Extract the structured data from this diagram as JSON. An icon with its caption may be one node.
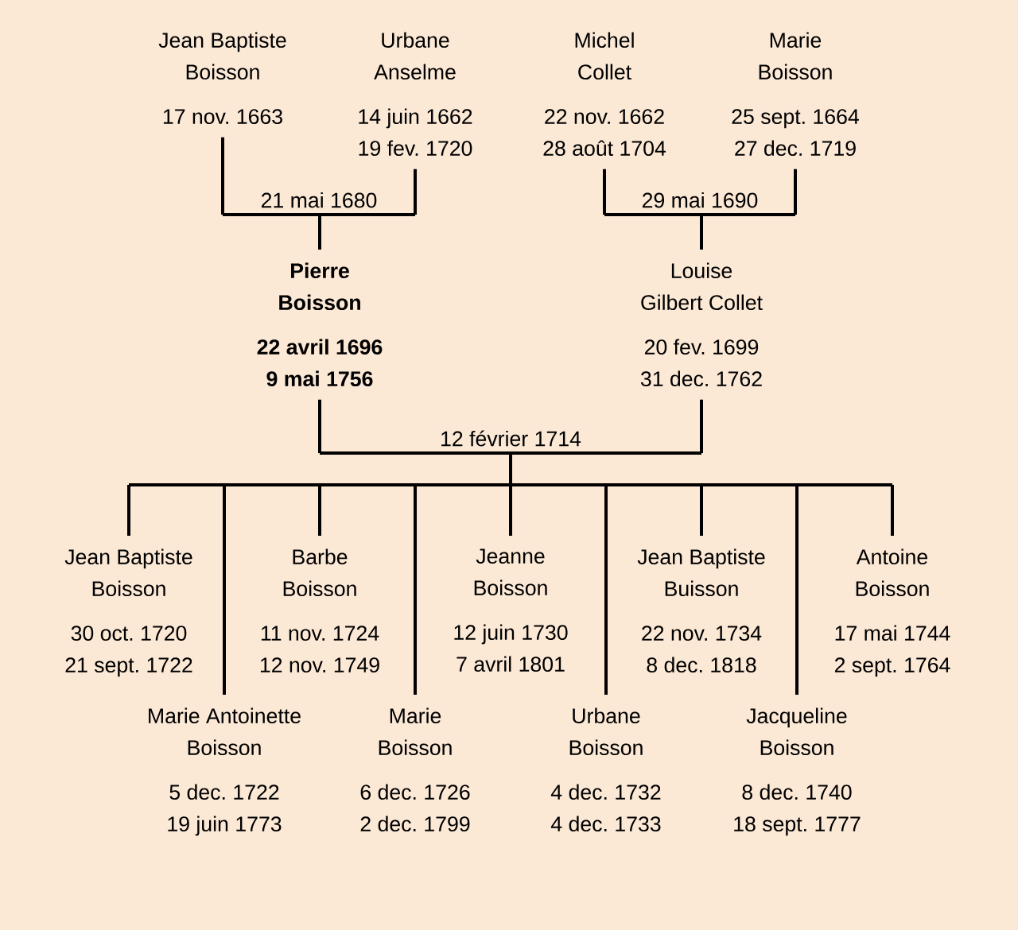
{
  "diagram": {
    "nodes": [
      {
        "text": [
          "Jean Baptiste",
          "Boisson",
          "17 nov. 1663"
        ]
      },
      {
        "text": [
          "Urbane",
          "Anselme",
          "14 juin 1662",
          "19 fev. 1720"
        ]
      },
      {
        "text": [
          "Michel",
          "Collet",
          "22 nov. 1662",
          "28 août 1704"
        ]
      },
      {
        "text": [
          "Marie",
          "Boisson",
          "25 sept. 1664",
          "27 dec. 1719"
        ]
      },
      {
        "text": [
          "Pierre",
          "Boisson",
          "22 avril 1696",
          "9 mai 1756"
        ]
      },
      {
        "text": [
          "Louise",
          "Gilbert Collet",
          "20 fev. 1699",
          "31 dec. 1762"
        ]
      },
      {
        "text": [
          "Jean Baptiste",
          "Boisson",
          "30 oct. 1720",
          "21 sept. 1722"
        ]
      },
      {
        "text": [
          "Barbe",
          "Boisson",
          "11 nov. 1724",
          "12 nov. 1749"
        ]
      },
      {
        "text": [
          "Jeanne",
          "Boisson",
          "12 juin 1730",
          "7 avril 1801"
        ]
      },
      {
        "text": [
          "Jean Baptiste",
          "Buisson",
          "22 nov. 1734",
          "8 dec. 1818"
        ]
      },
      {
        "text": [
          "Antoine",
          "Boisson",
          "17 mai 1744",
          "2 sept. 1764"
        ]
      },
      {
        "text": [
          "Marie Antoinette",
          "Boisson",
          "5 dec. 1722",
          "19 juin 1773"
        ]
      },
      {
        "text": [
          "Marie",
          "Boisson",
          "6 dec. 1726",
          "2 dec. 1799"
        ]
      },
      {
        "text": [
          "Urbane",
          "Boisson",
          "4 dec. 1732",
          "4 dec. 1733"
        ]
      },
      {
        "text": [
          "Jacqueline",
          "Boisson",
          "8 dec. 1740",
          "18 sept. 1777"
        ]
      }
    ],
    "edges": [
      {
        "from": 0,
        "to": 4,
        "arrow": "none",
        "label": "21 mai 1680"
      },
      {
        "from": 1,
        "to": 4,
        "arrow": "none"
      },
      {
        "from": 2,
        "to": 5,
        "arrow": "none",
        "label": "29 mai 1690"
      },
      {
        "from": 3,
        "to": 5,
        "arrow": "none"
      },
      {
        "from": 4,
        "to": 6,
        "arrow": "none",
        "label": "12 février 1714"
      },
      {
        "from": 5,
        "to": 6,
        "arrow": "none"
      },
      {
        "from": 4,
        "to": 11,
        "arrow": "none"
      },
      {
        "from": 5,
        "to": 11,
        "arrow": "none"
      },
      {
        "from": 4,
        "to": 7,
        "arrow": "none"
      },
      {
        "from": 5,
        "to": 7,
        "arrow": "none"
      },
      {
        "from": 4,
        "to": 12,
        "arrow": "none"
      },
      {
        "from": 5,
        "to": 12,
        "arrow": "none"
      },
      {
        "from": 4,
        "to": 8,
        "arrow": "none"
      },
      {
        "from": 5,
        "to": 8,
        "arrow": "none"
      },
      {
        "from": 4,
        "to": 13,
        "arrow": "none"
      },
      {
        "from": 5,
        "to": 13,
        "arrow": "none"
      },
      {
        "from": 4,
        "to": 9,
        "arrow": "none"
      },
      {
        "from": 5,
        "to": 9,
        "arrow": "none"
      },
      {
        "from": 4,
        "to": 14,
        "arrow": "none"
      },
      {
        "from": 5,
        "to": 14,
        "arrow": "none"
      },
      {
        "from": 4,
        "to": 10,
        "arrow": "none"
      },
      {
        "from": 5,
        "to": 10,
        "arrow": "none"
      }
    ]
  }
}
